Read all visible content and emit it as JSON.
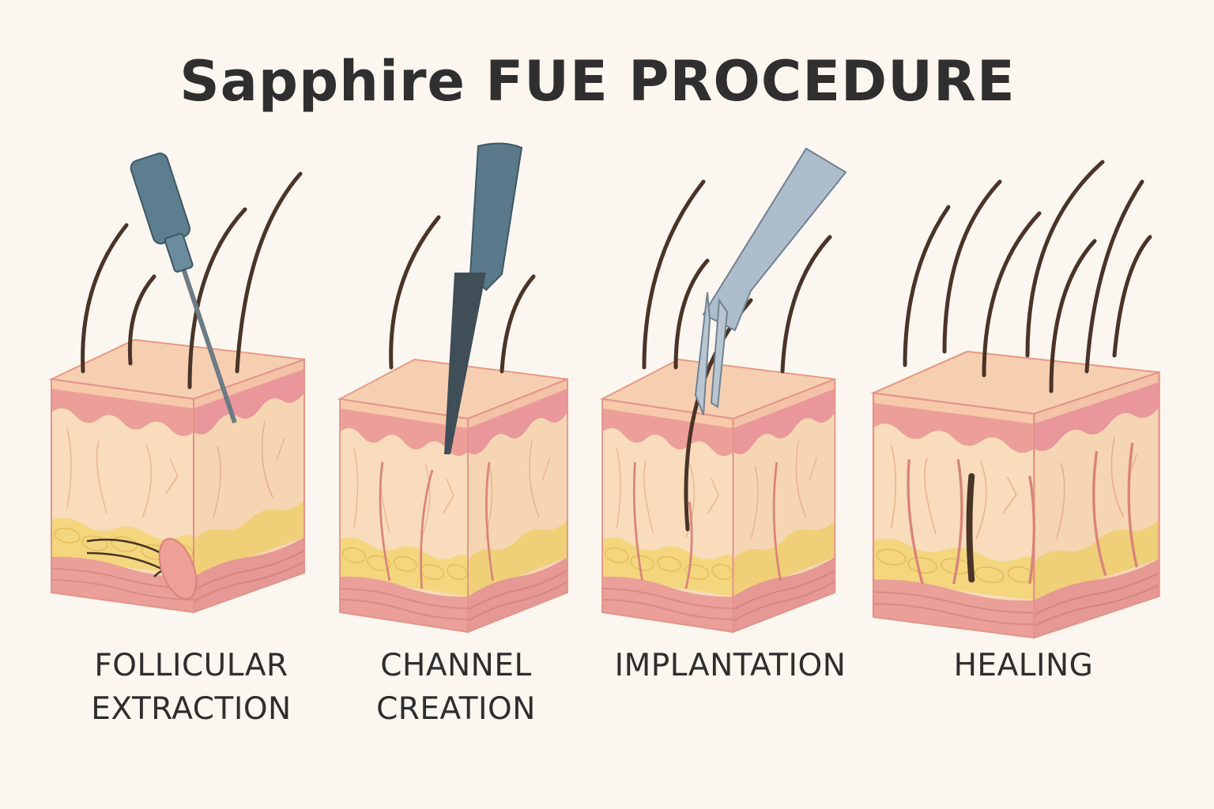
{
  "title": "Sapphire FUE PROCEDURE",
  "steps": [
    {
      "line1": "FOLLICULAR",
      "line2": "EXTRACTION",
      "tool": "punch-tool"
    },
    {
      "line1": "CHANNEL",
      "line2": "CREATION",
      "tool": "sapphire-blade"
    },
    {
      "line1": "IMPLANTATION",
      "line2": "",
      "tool": "forceps"
    },
    {
      "line1": "HEALING",
      "line2": "",
      "tool": ""
    }
  ],
  "colors": {
    "background": "#fbf6ef",
    "skin_top": "#f6cfb0",
    "epidermis": "#ec9f98",
    "dermis": "#f8dcbc",
    "fat": "#f3d67e",
    "lower_layer": "#ea9f98",
    "hair": "#4a3428",
    "tool_blue": "#5d7e8f",
    "tool_silver": "#aebdcb"
  }
}
